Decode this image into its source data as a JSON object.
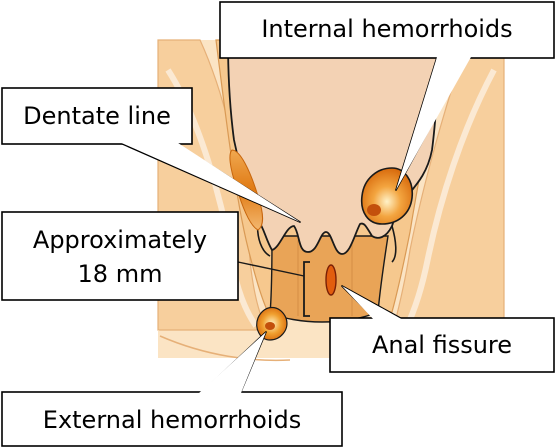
{
  "labels": {
    "internal_hemorrhoids": "Internal hemorrhoids",
    "dentate_line": "Dentate line",
    "approx_line1": "Approximately",
    "approx_line2": "18 mm",
    "anal_fissure": "Anal fissure",
    "external_hemorrhoids": "External hemorrhoids"
  },
  "colors": {
    "background_tissue": "#fbe4c4",
    "outer_ring": "#f6c88e",
    "canal_wall": "#eaa75c",
    "rectum": "#f3d2b4",
    "lesion_orange": "#e5790f",
    "lesion_dark": "#b43a0c",
    "outline": "#1a1a1a",
    "label_border": "#000000",
    "label_fill": "#ffffff"
  }
}
